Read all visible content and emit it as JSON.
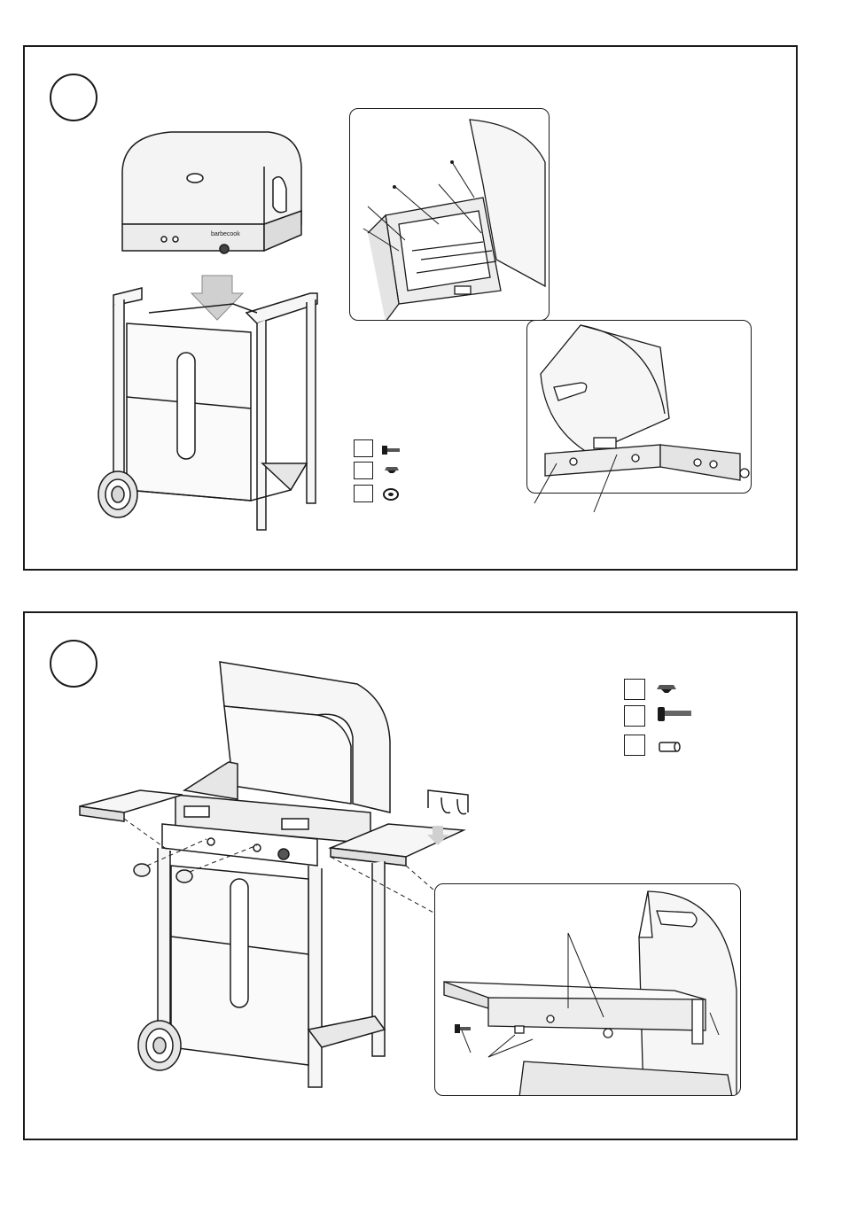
{
  "brand": {
    "logo_text": "barbecook"
  },
  "colors": {
    "line": "#1a1a1a",
    "fill_light": "#f4f4f4",
    "fill_mid": "#d9d9d9",
    "fill_dark": "#3a3a3a"
  },
  "steps": [
    {
      "id": "step-a",
      "parts": [
        {
          "icon": "bolt-icon"
        },
        {
          "icon": "nut-icon"
        },
        {
          "icon": "washer-icon"
        }
      ]
    },
    {
      "id": "step-b",
      "parts": [
        {
          "icon": "nut-icon"
        },
        {
          "icon": "long-bolt-icon"
        },
        {
          "icon": "spacer-icon"
        }
      ]
    }
  ]
}
